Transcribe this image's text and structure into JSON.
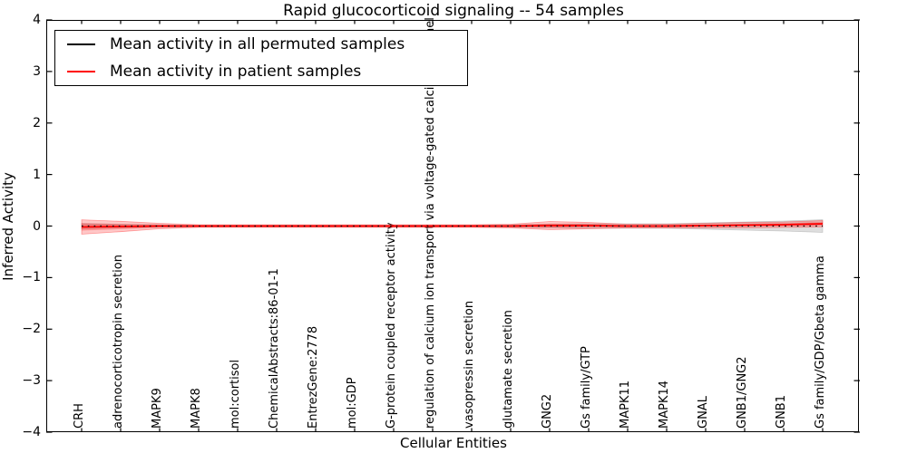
{
  "title": "Rapid glucocorticoid signaling -- 54 samples",
  "axes": {
    "ylabel": "Inferred Activity",
    "xlabel": "Cellular Entities",
    "ytick_labels": [
      "4",
      "3",
      "2",
      "1",
      "0",
      "−1",
      "−2",
      "−3",
      "−4"
    ]
  },
  "legend": [
    {
      "label": "Mean activity in all permuted samples",
      "color": "#000000"
    },
    {
      "label": "Mean activity in patient samples",
      "color": "#ff0000"
    }
  ],
  "chart_data": {
    "type": "line",
    "title": "Rapid glucocorticoid signaling -- 54 samples",
    "xlabel": "Cellular Entities",
    "ylabel": "Inferred Activity",
    "ylim": [
      -4,
      4
    ],
    "yticks": [
      4,
      3,
      2,
      1,
      0,
      -1,
      -2,
      -3,
      -4
    ],
    "grid": false,
    "legend_position": "upper left",
    "categories": [
      "CRH",
      "adrenocorticotropin secretion",
      "MAPK9",
      "MAPK8",
      "mol:cortisol",
      "ChemicalAbstracts:86-01-1",
      "EntrezGene:2778",
      "mol:GDP",
      "G-protein coupled receptor activity",
      "regulation of calcium ion transport via voltage-gated calcium channel",
      "vasopressin secretion",
      "glutamate secretion",
      "GNG2",
      "Gs family/GTP",
      "MAPK11",
      "MAPK14",
      "GNAL",
      "GNB1/GNG2",
      "GNB1",
      "Gs family/GDP/Gbeta gamma"
    ],
    "series": [
      {
        "name": "Mean activity in all permuted samples",
        "color": "#000000",
        "line_style": "dotted",
        "values": [
          0,
          0,
          0,
          0,
          0,
          0,
          0,
          0,
          0,
          0,
          0,
          0,
          0,
          0,
          0,
          0,
          0,
          0,
          0,
          0
        ],
        "band_halfwidth": [
          0.05,
          0.035,
          0.026,
          0.018,
          0.018,
          0.018,
          0.018,
          0.018,
          0.018,
          0.018,
          0.018,
          0.026,
          0.035,
          0.044,
          0.044,
          0.044,
          0.062,
          0.079,
          0.097,
          0.123
        ],
        "band_color": "#999999"
      },
      {
        "name": "Mean activity in patient samples",
        "color": "#ff0000",
        "line_style": "solid",
        "values": [
          -0.018,
          -0.009,
          0,
          0,
          0,
          0,
          0,
          0,
          0,
          0,
          0,
          0,
          0.009,
          0.009,
          0,
          0,
          0.009,
          0.018,
          0.026,
          0.044
        ],
        "band_halfwidth": [
          0.14,
          0.1,
          0.053,
          0.026,
          0.026,
          0.026,
          0.026,
          0.026,
          0.026,
          0.026,
          0.026,
          0.035,
          0.079,
          0.062,
          0.035,
          0.035,
          0.044,
          0.053,
          0.053,
          0.062
        ],
        "band_color": "#ff0000"
      }
    ]
  }
}
